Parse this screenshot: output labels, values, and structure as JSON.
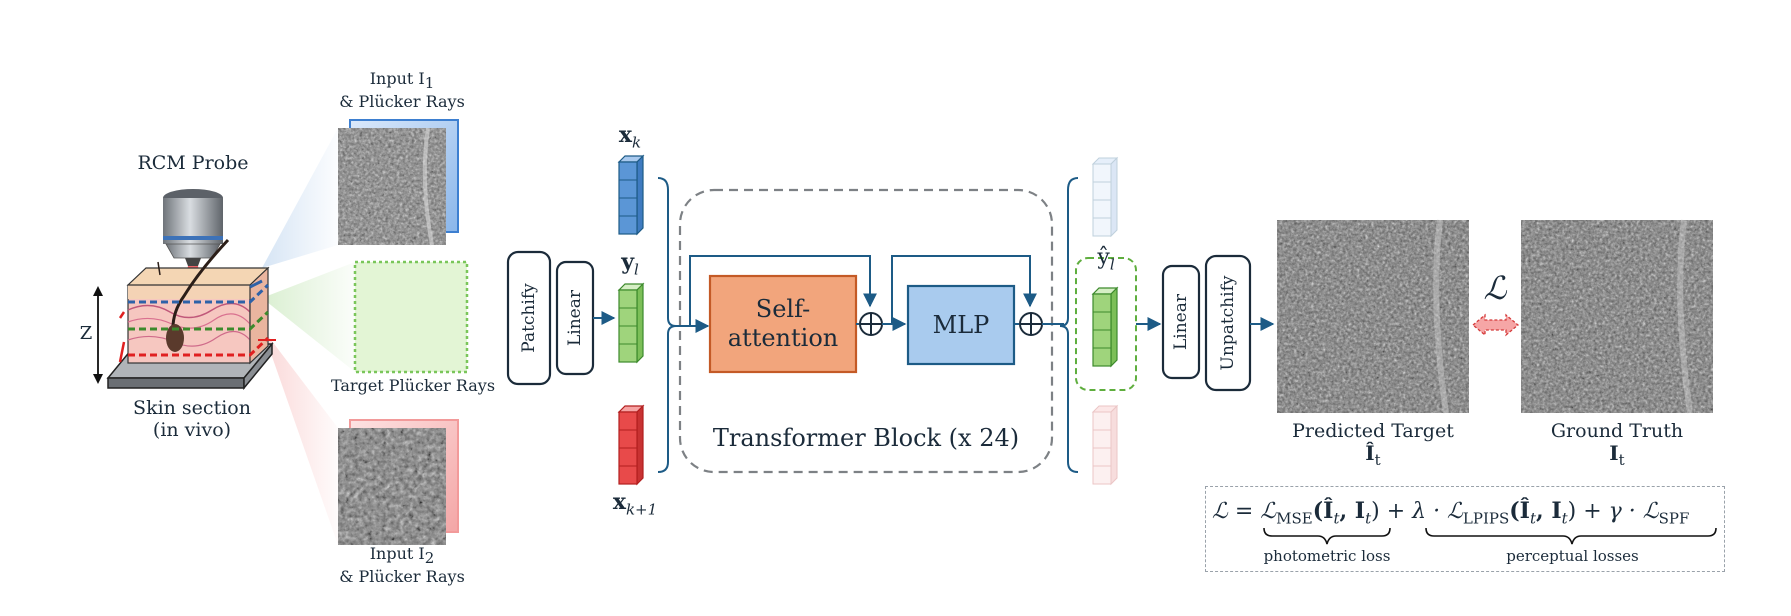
{
  "colors": {
    "dark_teal": "#1d5b86",
    "navy": "#1b2b3a",
    "blue_block": "#a8c8ec",
    "blue_cube": "#5b96d6",
    "green_cube": "#9fd47c",
    "red_cube": "#e84a4a",
    "self_attention_fill": "#f2a57c",
    "self_attention_border": "#c45a26",
    "mlp_fill": "#a9cbee",
    "target_fill": "#e3f5d5",
    "target_border": "#7ac65a"
  },
  "icons": [
    "microscope-probe-icon",
    "skin-tissue-icon",
    "plus-circle-icon",
    "double-arrow-icon"
  ],
  "labels": {
    "rcm_probe": "RCM Probe",
    "z_axis": "Z",
    "skin_section_line1": "Skin section",
    "skin_section_line2": "(in vivo)",
    "input1_line1": "Input I",
    "input1_sub": "1",
    "input1_line2": "& Plücker Rays",
    "target_rays": "Target Plücker Rays",
    "input2_line1": "Input I",
    "input2_sub": "2",
    "input2_line2": "& Plücker Rays",
    "patchify": "Patchify",
    "linear_in": "Linear",
    "token_xk": "x",
    "token_xk_sub": "k",
    "token_yl": "y",
    "token_yl_sub": "l",
    "token_xk1": "x",
    "token_xk1_sub": "k+1",
    "self_attention_line1": "Self-",
    "self_attention_line2": "attention",
    "mlp": "MLP",
    "transformer_block": "Transformer Block (x 24)",
    "output_token": "ŷ",
    "output_token_sub": "l",
    "linear_out": "Linear",
    "unpatchify": "Unpatchify",
    "loss_symbol": "ℒ",
    "predicted_target": "Predicted Target",
    "predicted_symbol": "Î",
    "predicted_sub": "t",
    "ground_truth": "Ground Truth",
    "ground_truth_symbol": "I",
    "ground_truth_sub": "t"
  },
  "loss": {
    "lhs": "ℒ =",
    "mse_term": "ℒ",
    "mse_sub": "MSE",
    "mse_args": "(Î",
    "mse_args_t": "t",
    "mse_args_mid": ", I",
    "mse_args_t2": "t",
    "mse_close": ")",
    "plus1": "+ λ · ℒ",
    "lpips_sub": "LPIPS",
    "lpips_args": "(Î",
    "lpips_args_t": "t",
    "lpips_args_mid": ", I",
    "lpips_args_t2": "t",
    "lpips_close": ")",
    "plus2": "+ γ · ℒ",
    "spf_sub": "SPF",
    "photometric": "photometric loss",
    "perceptual": "perceptual losses"
  }
}
